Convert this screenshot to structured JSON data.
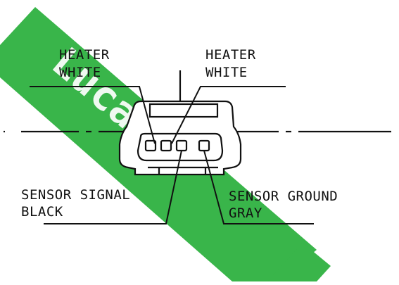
{
  "colors": {
    "watermark": "#39b54a",
    "watermark_text": "#ffffff",
    "ink": "#111111",
    "background": "#ffffff"
  },
  "watermark": {
    "text": "Lucas",
    "decor_icon": "diagonal-watermark-band"
  },
  "labels": {
    "heater_left": {
      "line1": "HEATER",
      "line2": "WHITE"
    },
    "heater_right": {
      "line1": "HEATER",
      "line2": "WHITE"
    },
    "sensor_signal": {
      "line1": "SENSOR SIGNAL",
      "line2": "BLACK"
    },
    "sensor_ground": {
      "line1": "SENSOR GROUND",
      "line2": "GRAY"
    }
  },
  "connector": {
    "icon": "four-pin-connector-icon",
    "pin_count": 4
  }
}
